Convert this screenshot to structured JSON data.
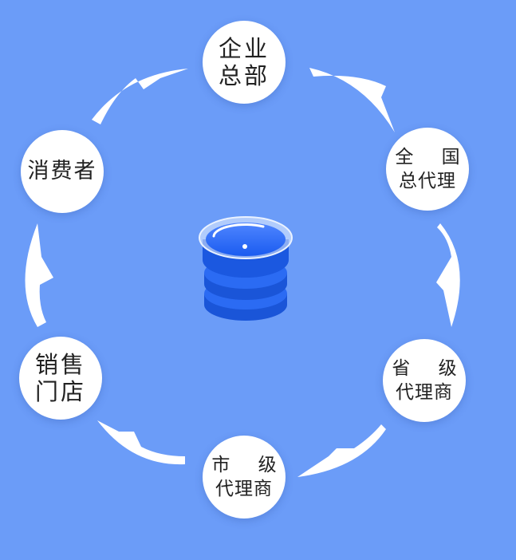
{
  "nodes": {
    "hq": {
      "line1": "企业",
      "line2": "总部"
    },
    "national": {
      "line1": "全 国",
      "line2": "总代理"
    },
    "provincial": {
      "line1": "省 级",
      "line2": "代理商"
    },
    "city": {
      "line1": "市 级",
      "line2": "代理商"
    },
    "store": {
      "line1": "销售",
      "line2": "门店"
    },
    "consumer": {
      "line1": "消费者"
    }
  },
  "colors": {
    "background": "#6b9cf8",
    "node": "#ffffff",
    "arrow": "#ffffff",
    "database": "#1f63f0"
  },
  "icons": {
    "center": "database-icon"
  }
}
